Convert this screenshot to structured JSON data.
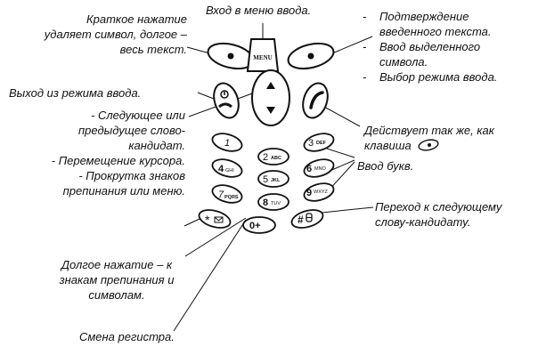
{
  "labels": {
    "short_press": [
      "Краткое нажатие",
      "удаляет символ, долгое –",
      "весь текст."
    ],
    "menu_entry": "Вход в меню ввода.",
    "right_soft": [
      "Подтверждение",
      "введенного текста.",
      "Ввод выделенного",
      "символа.",
      "Выбор режима ввода."
    ],
    "exit_mode": "Выход из режима ввода.",
    "nav": [
      "- Следующее или",
      "предыдущее слово-",
      "кандидат.",
      "- Перемещение курсора.",
      "- Прокрутка знаков",
      "препинания или меню."
    ],
    "send_same": [
      "Действует так же, как",
      "клавиша"
    ],
    "letters": "Ввод букв.",
    "next_word": [
      "Переход к следующему",
      "слову-кандидату."
    ],
    "long_press": [
      "Долгое нажатие – к",
      "знакам препинания и",
      "символам."
    ],
    "case": "Смена регистра."
  },
  "keys": {
    "menu": "MENU",
    "k1": "1",
    "k2": "2",
    "k2s": "ABC",
    "k3": "3",
    "k3s": "DEF",
    "k4": "4",
    "k4s": "GHI",
    "k5": "5",
    "k5s": "JKL",
    "k6": "6",
    "k6s": "MNO",
    "k7": "7",
    "k7s": "PQRS",
    "k8": "8",
    "k8s": "TUV",
    "k9": "9",
    "k9s": "WXYZ",
    "star": "*",
    "k0": "0+",
    "hash": "#"
  }
}
